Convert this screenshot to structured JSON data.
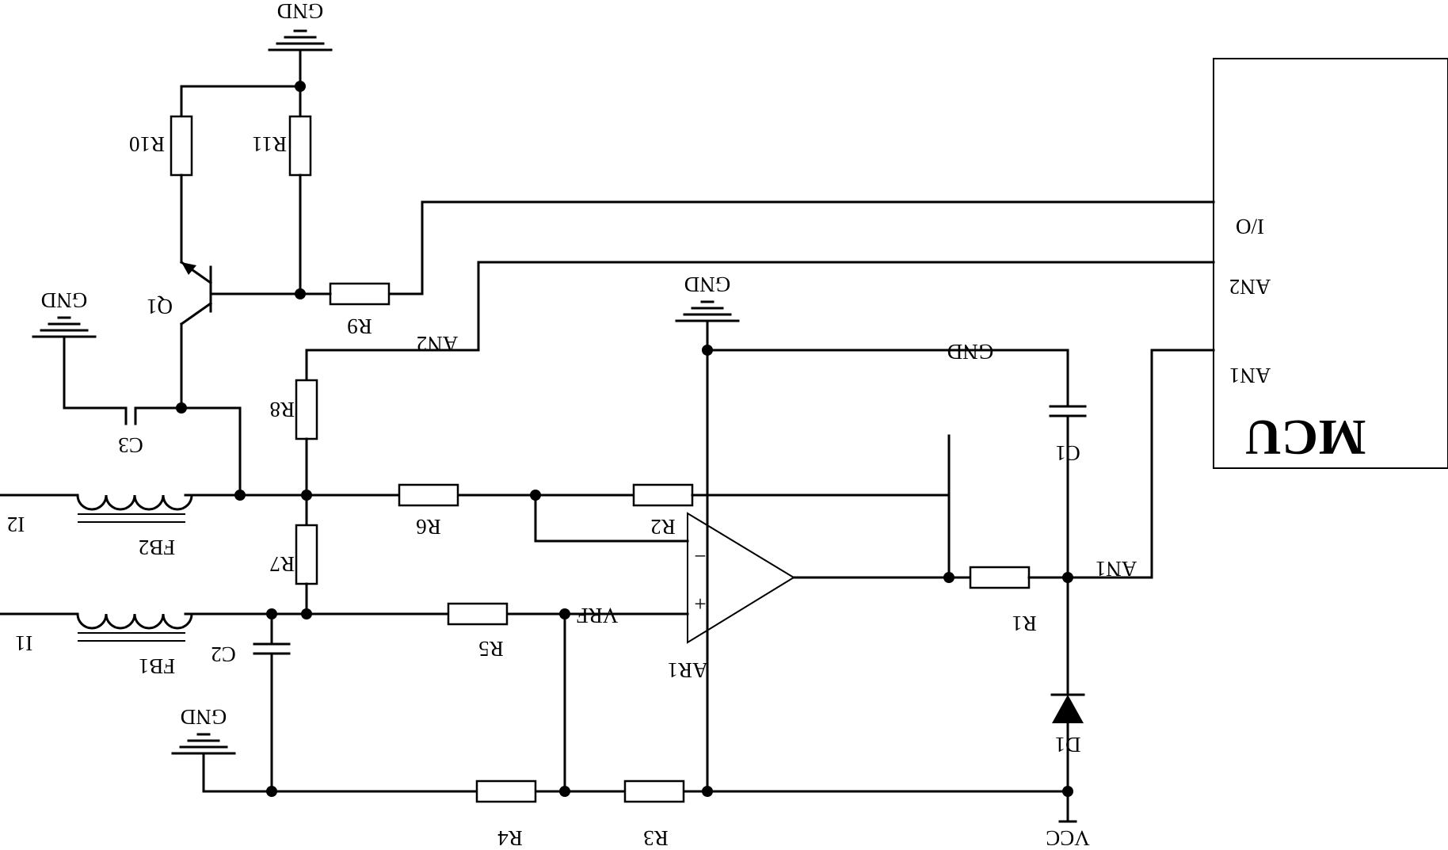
{
  "labels": {
    "gnd_top": "GND",
    "gnd_c3": "GND",
    "gnd_opamp": "GND",
    "gnd_c1": "GND",
    "gnd_bottom": "GND",
    "r10": "R10",
    "r11": "R11",
    "r9": "R9",
    "q1": "Q1",
    "c3": "C3",
    "an2_net": "AN2",
    "r8": "R8",
    "i2": "I2",
    "fb2": "FB2",
    "r6": "R6",
    "r2": "R2",
    "c1": "C1",
    "r7": "R7",
    "i1": "I1",
    "fb1": "FB1",
    "c2": "C2",
    "r5": "R5",
    "vrf": "VRF",
    "ar1": "AR1",
    "r1": "R1",
    "an1_net": "AN1",
    "d1": "D1",
    "r4": "R4",
    "r3": "R3",
    "vcc": "VCC",
    "opamp_minus": "−",
    "opamp_plus": "+"
  },
  "mcu": {
    "title": "MCU",
    "pin_io": "I/O",
    "pin_an2": "AN2",
    "pin_an1": "AN1"
  }
}
